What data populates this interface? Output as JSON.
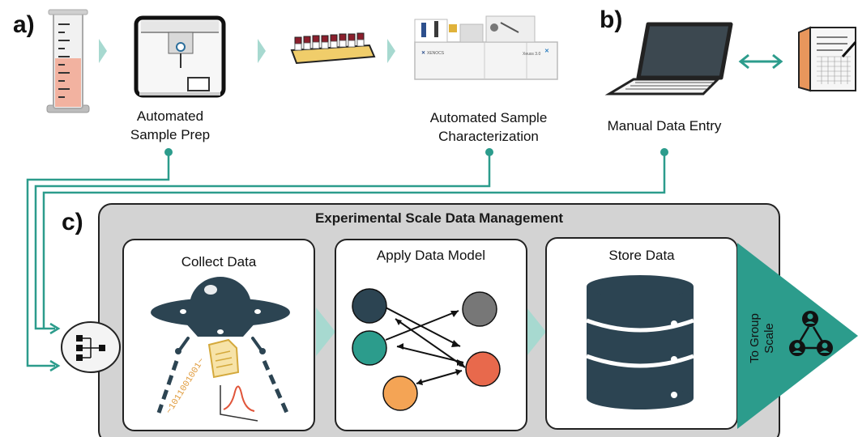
{
  "panel_labels": {
    "a": "a)",
    "b": "b)",
    "c": "c)"
  },
  "top_row": {
    "sample_prep_label": "Automated\nSample Prep",
    "characterization_label": "Automated Sample\nCharacterization",
    "manual_entry_label": "Manual Data Entry",
    "instrument_brand": "XENOCS",
    "instrument_model": "Xeuss 3.0"
  },
  "management": {
    "title": "Experimental Scale Data Management",
    "collect_label": "Collect Data",
    "model_label": "Apply Data Model",
    "store_label": "Store Data",
    "group_label": "To Group\nScale",
    "binary_text": "~1011001001~"
  },
  "colors": {
    "teal": "#2c9c8c",
    "dark_slate": "#2c4452",
    "orange_node": "#e8694c",
    "light_orange_node": "#f4a455",
    "gray_node": "#777777",
    "panel_gray": "#d3d3d3",
    "liquid": "#f2b2a0",
    "chevron": "#a7d9d0"
  },
  "icons": [
    "graduated-cylinder-icon",
    "pipetting-robot-icon",
    "sample-tray-icon",
    "characterization-instrument-icon",
    "laptop-icon",
    "notebook-icon",
    "flowchart-hub-icon",
    "ufo-icon",
    "document-icon",
    "database-icon",
    "group-network-icon"
  ]
}
